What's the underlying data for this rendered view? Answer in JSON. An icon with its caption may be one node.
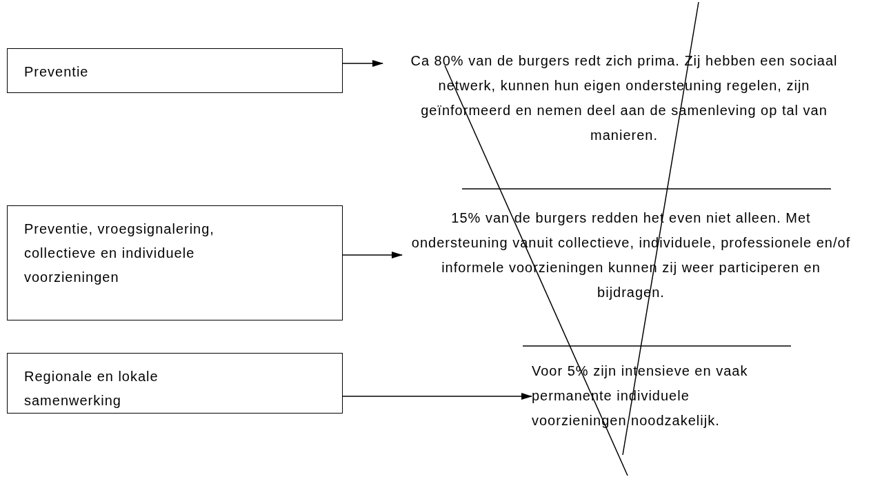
{
  "diagram": {
    "nodes": [
      {
        "text": [
          "Preventie"
        ]
      },
      {
        "text": [
          "Preventie, vroegsignalering, collectieve en individuele voorzieningen"
        ]
      },
      {
        "text": [
          "Regionale en lokale samenwerking"
        ]
      },
      {
        "text": [
          "Ca 80% van de burgers redt zich prima. Zij hebben een sociaal netwerk, kunnen hun eigen ondersteuning regelen, zijn geïnformeerd en nemen deel aan de samenleving op tal van manieren."
        ]
      },
      {
        "text": [
          "15% van de burgers redden het even niet alleen. Met ondersteuning vanuit collectieve, individuele, professionele en/of informele voorzieningen kunnen zij weer participeren en bijdragen."
        ]
      },
      {
        "text": [
          "Voor 5% zijn intensieve en vaak permanente individuele voorzieningen noodzakelijk."
        ]
      }
    ],
    "edges": [
      {
        "from": 0,
        "to": 3,
        "arrow": "to"
      },
      {
        "from": 1,
        "to": 4,
        "arrow": "to"
      },
      {
        "from": 2,
        "to": 5,
        "arrow": "to"
      }
    ]
  }
}
